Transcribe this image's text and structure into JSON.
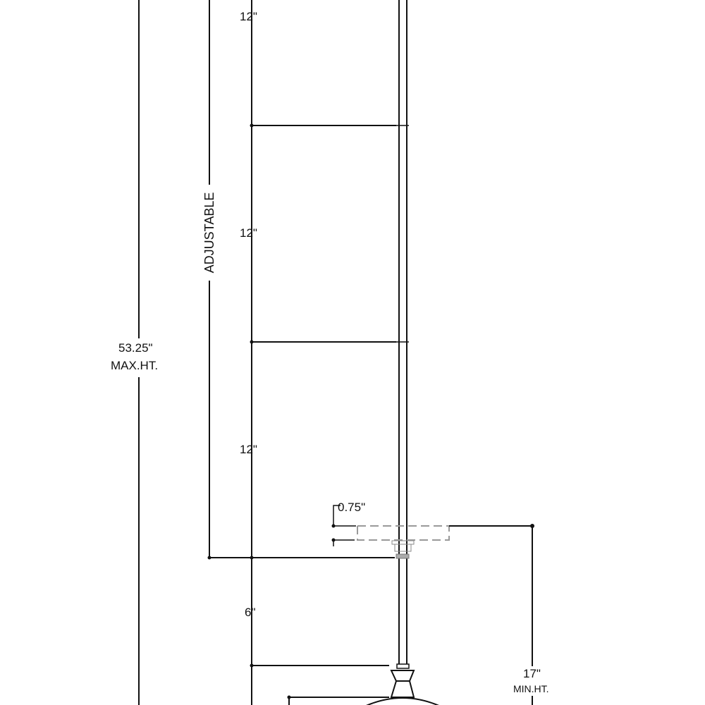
{
  "drawing": {
    "segment_labels": [
      "12\"",
      "12\"",
      "12\"",
      "6\""
    ],
    "max_height": {
      "value": "53.25\"",
      "label": "MAX.HT."
    },
    "min_height": {
      "value": "17\"",
      "label": "MIN.HT."
    },
    "adjustable_label": "ADJUSTABLE",
    "canopy_depth": "0.75\""
  }
}
